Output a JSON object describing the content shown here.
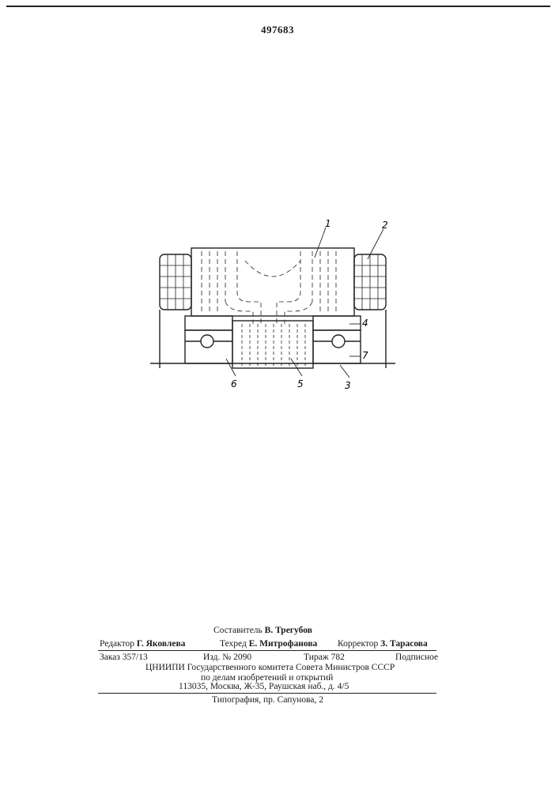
{
  "header": {
    "patent_number": "497683"
  },
  "drawing": {
    "labels": [
      "1",
      "2",
      "4",
      "7",
      "6",
      "5",
      "3"
    ]
  },
  "imprint": {
    "composer_label": "Составитель",
    "composer_name": "В. Трегубов",
    "editor_label": "Редактор",
    "editor_name": "Г. Яковлева",
    "techred_label": "Техред",
    "techred_name": "Е. Митрофанова",
    "corrector_label": "Корректор",
    "corrector_name": "З. Тарасова",
    "order": "Заказ  357/13",
    "edition": "Изд.  № 2090",
    "run": "Тираж  782",
    "subscription": "Подписное",
    "org_line1": "ЦНИИПИ Государственного комитета Совета Министров СССР",
    "org_line2": "по делам изобретений и открытий",
    "org_line3": "113035, Москва, Ж-35, Раушская наб., д. 4/5",
    "printer": "Типография, пр. Сапунова, 2"
  }
}
